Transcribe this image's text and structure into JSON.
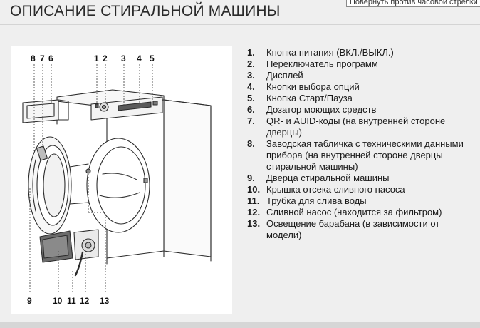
{
  "tooltip": {
    "text": "Повернуть против часовой стрелки"
  },
  "page": {
    "title": "ОПИСАНИЕ СТИРАЛЬНОЙ МАШИНЫ"
  },
  "figure": {
    "callouts_top": [
      "8",
      "7",
      "6",
      "1",
      "2",
      "3",
      "4",
      "5"
    ],
    "callouts_bottom": [
      "9",
      "10",
      "11",
      "12",
      "13"
    ]
  },
  "legend": {
    "items": [
      {
        "num": "1.",
        "text": "Кнопка питания (ВКЛ./ВЫКЛ.)"
      },
      {
        "num": "2.",
        "text": "Переключатель программ"
      },
      {
        "num": "3.",
        "text": "Дисплей"
      },
      {
        "num": "4.",
        "text": "Кнопки выбора опций"
      },
      {
        "num": "5.",
        "text": "Кнопка Старт/Пауза"
      },
      {
        "num": "6.",
        "text": "Дозатор моющих средств"
      },
      {
        "num": "7.",
        "text": "QR- и AUID-коды (на внутренней стороне дверцы)"
      },
      {
        "num": "8.",
        "text": "Заводская табличка с техническими данными прибора (на внутренней стороне дверцы стиральной машины)"
      },
      {
        "num": "9.",
        "text": "Дверца стиральной машины"
      },
      {
        "num": "10.",
        "text": "Крышка отсека сливного насоса"
      },
      {
        "num": "11.",
        "text": "Трубка для слива воды"
      },
      {
        "num": "12.",
        "text": "Сливной насос (находится за фильтром)"
      },
      {
        "num": "13.",
        "text": "Освещение барабана (в зависимости от модели)"
      }
    ]
  }
}
